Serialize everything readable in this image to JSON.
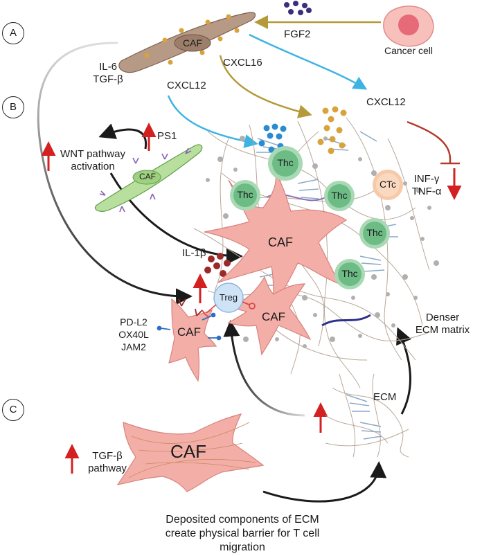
{
  "sections": [
    "A",
    "B",
    "C"
  ],
  "cells": {
    "caf_label": "CAF",
    "cancer_cell": "Cancer cell",
    "thc": "Thc",
    "ctc": "CTc",
    "treg": "Treg"
  },
  "molecules": {
    "fgf2": "FGF2",
    "il6": "IL-6",
    "tgfb": "TGF-β",
    "cxcl16": "CXCL16",
    "cxcl12_left": "CXCL12",
    "cxcl12_right": "CXCL12",
    "ps1": "PS1",
    "wnt_line1": "WNT pathway",
    "wnt_line2": "activation",
    "infg": "INF-γ",
    "tnfa": "TNF-α",
    "il1b": "IL-1β",
    "pdl2": "PD-L2",
    "ox40l": "OX40L",
    "jam2": "JAM2",
    "denser_line1": "Denser",
    "denser_line2": "ECM matrix",
    "ecm": "ECM",
    "tgfb_pathway_line1": "TGF-β",
    "tgfb_pathway_line2": "pathway"
  },
  "caption": {
    "line1": "Deposited components of ECM",
    "line2": "create physical barrier for T cell",
    "line3": "migration"
  },
  "colors": {
    "caf_brown": "#b79a86",
    "caf_green": "#b9df9f",
    "caf_pink": "#f3aea8",
    "thc_green": "#6dbb85",
    "ctc_peach": "#f7c9a7",
    "treg_blue": "#cfe3f7",
    "cancer_pink": "#f4a3a3",
    "arrow_gold": "#b59a3a",
    "arrow_blue": "#3db3e3",
    "arrow_black": "#1a1a1a",
    "up_red": "#d32020",
    "fgf2_dots": "#3a2f7a"
  }
}
